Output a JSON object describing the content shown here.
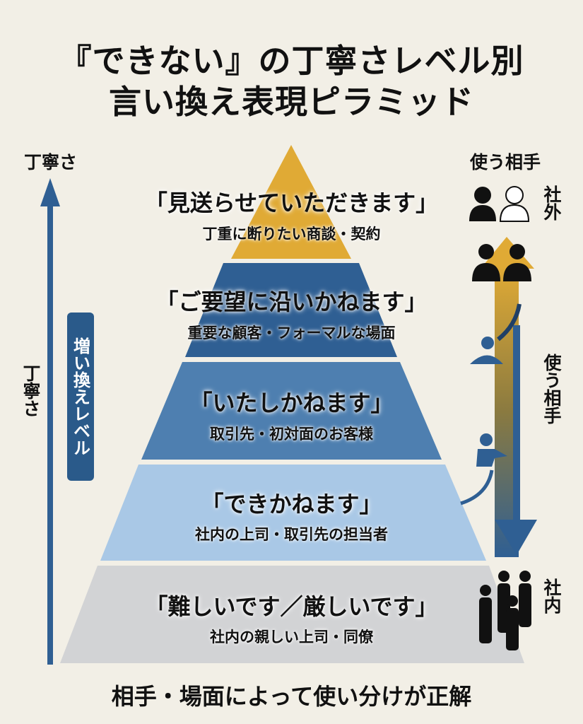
{
  "title": {
    "line1": "『できない』の丁寧さレベル別",
    "line2": "言い換え表現ピラミッド"
  },
  "left": {
    "axis_top_label": "丁寧さ",
    "axis_side_label": "丁寧さ",
    "level_badge": "増い換えレベル"
  },
  "right": {
    "header": "使う相手",
    "outside_label": "社外",
    "side_label": "使う相手",
    "inside_label": "社内"
  },
  "tiers": [
    {
      "phrase": "「見送らせていただきます」",
      "context": "丁重に断りたい商談・契約",
      "color": "#e0aa35"
    },
    {
      "phrase": "「ご要望に沿いかねます」",
      "context": "重要な顧客・フォーマルな場面",
      "color": "#2f5f93"
    },
    {
      "phrase": "「いたしかねます」",
      "context": "取引先・初対面のお客様",
      "color": "#4e7fb0"
    },
    {
      "phrase": "「できかねます」",
      "context": "社内の上司・取引先の担当者",
      "color": "#a9c8e6"
    },
    {
      "phrase": "「難しいです／厳しいです」",
      "context": "社内の親しい上司・同僚",
      "color": "#d2d3d5"
    }
  ],
  "footer": "相手・場面によって使い分けが正解"
}
